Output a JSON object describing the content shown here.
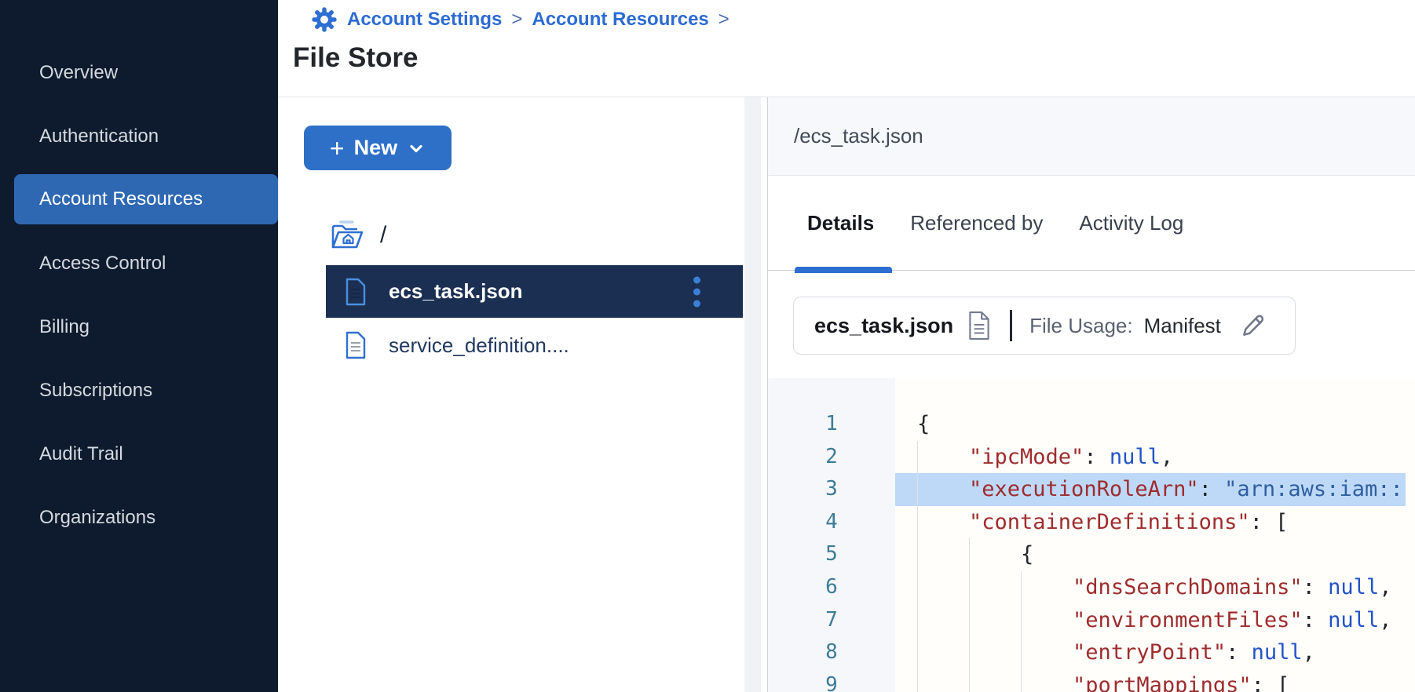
{
  "sidebar": {
    "items": [
      {
        "label": "Overview",
        "active": false
      },
      {
        "label": "Authentication",
        "active": false
      },
      {
        "label": "Account Resources",
        "active": true
      },
      {
        "label": "Access Control",
        "active": false
      },
      {
        "label": "Billing",
        "active": false
      },
      {
        "label": "Subscriptions",
        "active": false
      },
      {
        "label": "Audit Trail",
        "active": false
      },
      {
        "label": "Organizations",
        "active": false
      }
    ]
  },
  "breadcrumb": {
    "crumbs": [
      "Account Settings",
      "Account Resources"
    ],
    "separator": ">"
  },
  "page_title": "File Store",
  "file_panel": {
    "new_button": {
      "plus": "+",
      "label": "New"
    },
    "root_label": "/",
    "files": [
      {
        "name": "ecs_task.json",
        "selected": true
      },
      {
        "name": "service_definition....",
        "selected": false
      }
    ]
  },
  "detail_panel": {
    "path": "/ecs_task.json",
    "tabs": [
      {
        "label": "Details",
        "active": true
      },
      {
        "label": "Referenced by",
        "active": false
      },
      {
        "label": "Activity Log",
        "active": false
      }
    ],
    "file_info": {
      "name": "ecs_task.json",
      "usage_label": "File Usage:",
      "usage_value": "Manifest"
    },
    "code": {
      "language": "json",
      "highlighted_line": 3,
      "lines": [
        {
          "n": 1,
          "indent": 0,
          "highlight": false,
          "tokens": [
            {
              "t": "pun",
              "s": "{"
            }
          ]
        },
        {
          "n": 2,
          "indent": 1,
          "highlight": false,
          "tokens": [
            {
              "t": "key",
              "s": "\"ipcMode\""
            },
            {
              "t": "pun",
              "s": ": "
            },
            {
              "t": "atom",
              "s": "null"
            },
            {
              "t": "pun",
              "s": ","
            }
          ]
        },
        {
          "n": 3,
          "indent": 1,
          "highlight": true,
          "tokens": [
            {
              "t": "key",
              "s": "\"executionRoleArn\""
            },
            {
              "t": "pun",
              "s": ": "
            },
            {
              "t": "str",
              "s": "\"arn:aws:iam::"
            }
          ]
        },
        {
          "n": 4,
          "indent": 1,
          "highlight": false,
          "tokens": [
            {
              "t": "key",
              "s": "\"containerDefinitions\""
            },
            {
              "t": "pun",
              "s": ": ["
            }
          ]
        },
        {
          "n": 5,
          "indent": 2,
          "highlight": false,
          "tokens": [
            {
              "t": "pun",
              "s": "{"
            }
          ]
        },
        {
          "n": 6,
          "indent": 3,
          "highlight": false,
          "tokens": [
            {
              "t": "key",
              "s": "\"dnsSearchDomains\""
            },
            {
              "t": "pun",
              "s": ": "
            },
            {
              "t": "atom",
              "s": "null"
            },
            {
              "t": "pun",
              "s": ","
            }
          ]
        },
        {
          "n": 7,
          "indent": 3,
          "highlight": false,
          "tokens": [
            {
              "t": "key",
              "s": "\"environmentFiles\""
            },
            {
              "t": "pun",
              "s": ": "
            },
            {
              "t": "atom",
              "s": "null"
            },
            {
              "t": "pun",
              "s": ","
            }
          ]
        },
        {
          "n": 8,
          "indent": 3,
          "highlight": false,
          "tokens": [
            {
              "t": "key",
              "s": "\"entryPoint\""
            },
            {
              "t": "pun",
              "s": ": "
            },
            {
              "t": "atom",
              "s": "null"
            },
            {
              "t": "pun",
              "s": ","
            }
          ]
        },
        {
          "n": 9,
          "indent": 3,
          "highlight": false,
          "tokens": [
            {
              "t": "key",
              "s": "\"portMappings\""
            },
            {
              "t": "pun",
              "s": ": ["
            }
          ]
        }
      ]
    }
  },
  "colors": {
    "sidebar_bg": "#0e1b2e",
    "sidebar_active": "#2e68b3",
    "accent_blue": "#2e70c8",
    "selected_row_bg": "#1b2f52",
    "breadcrumb_link": "#2c6bd2",
    "tab_underline": "#2d6fd0",
    "line_highlight": "#bed9f7",
    "line_number": "#3e7c98",
    "token_key": "#9e2c2e",
    "token_atom": "#2253c8",
    "token_string": "#2e5f9f"
  }
}
